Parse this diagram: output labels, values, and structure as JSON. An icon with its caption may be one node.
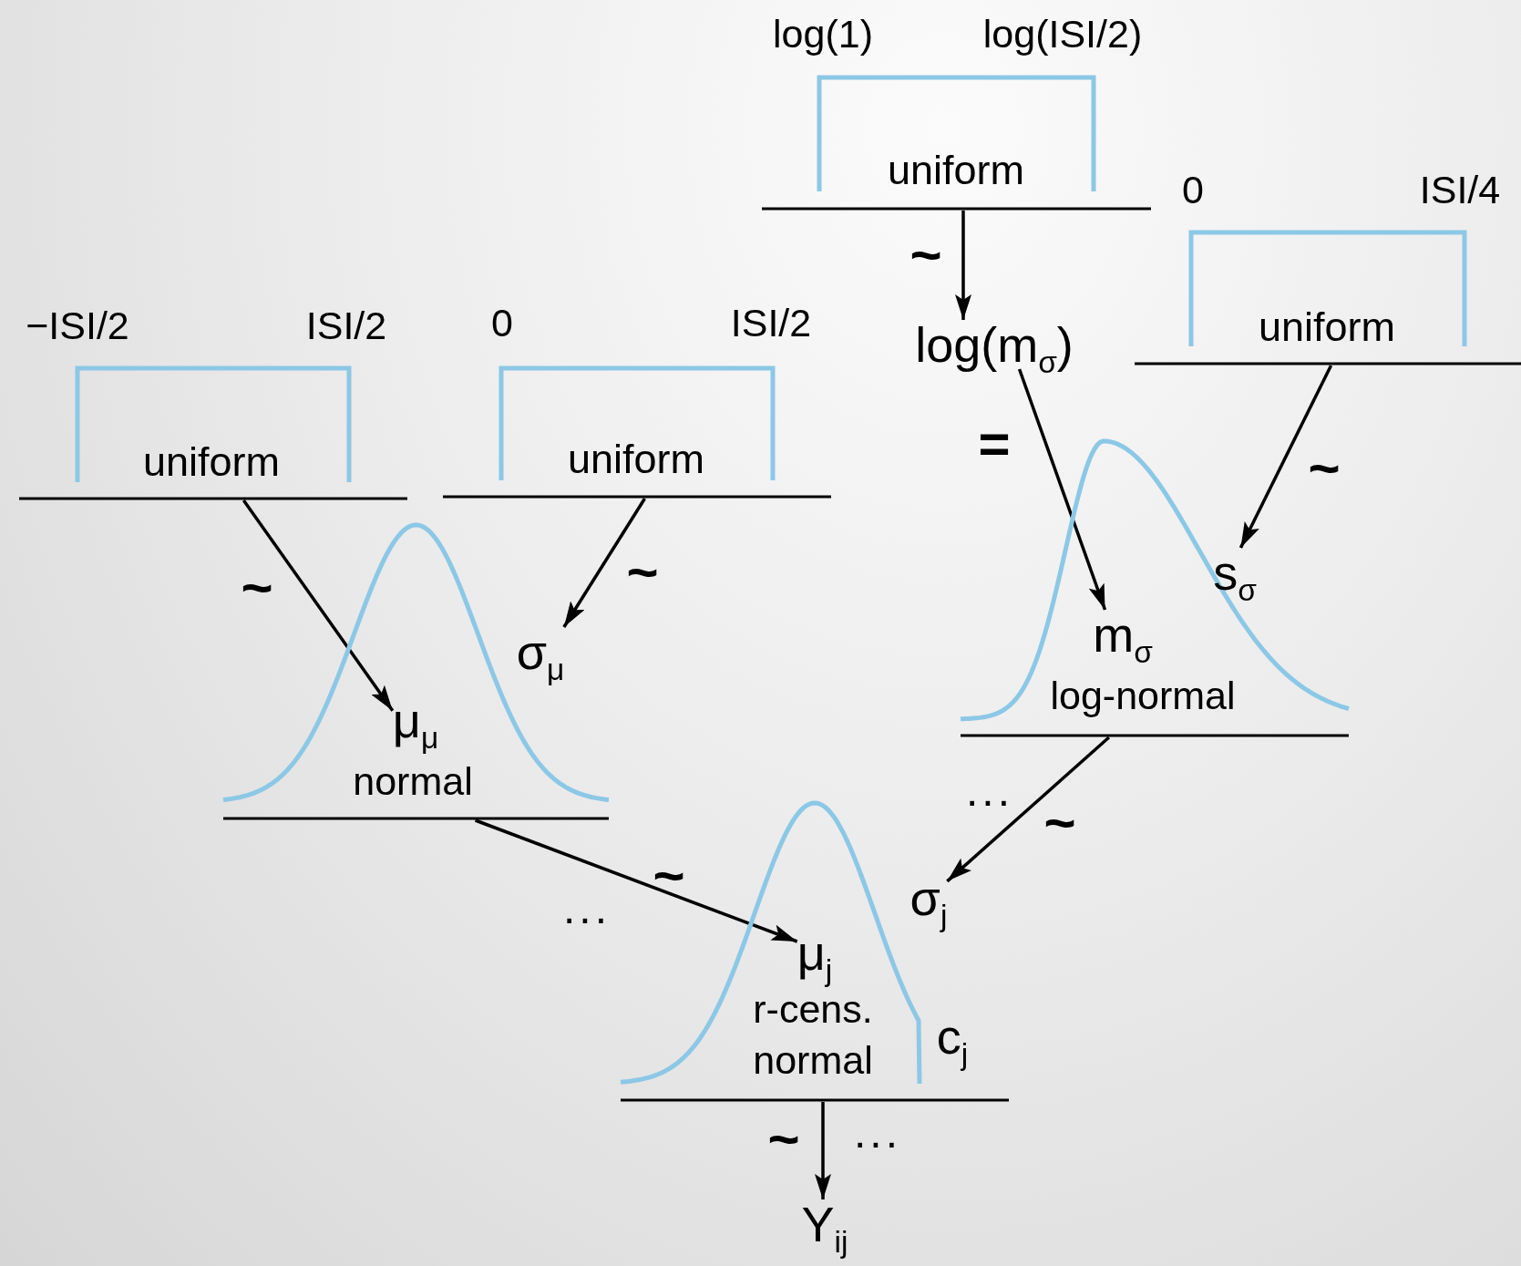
{
  "diagram": {
    "nodes": [
      {
        "text": [
          "uniform"
        ],
        "beside": [
          "log(1)",
          "log(ISI/2)"
        ]
      },
      {
        "text": [
          "uniform"
        ],
        "beside": [
          "0",
          "ISI/4"
        ]
      },
      {
        "text": [
          "uniform"
        ],
        "beside": [
          "−ISI/2",
          "ISI/2"
        ]
      },
      {
        "text": [
          "uniform"
        ],
        "beside": [
          "0",
          "ISI/2"
        ]
      },
      {
        "text": [
          "log(m$_{σ}$)"
        ]
      },
      {
        "text": [
          "normal"
        ]
      },
      {
        "text": [
          "μ$_{μ}$"
        ],
        "in": 5
      },
      {
        "text": [
          "σ$_{μ}$"
        ],
        "in": 5
      },
      {
        "text": [
          "log-normal"
        ]
      },
      {
        "text": [
          "m$_{σ}$"
        ],
        "in": 8
      },
      {
        "text": [
          "s$_{σ}$"
        ],
        "in": 8
      },
      {
        "text": [
          "r-cens. normal"
        ]
      },
      {
        "text": [
          "μ$_{j}$"
        ],
        "in": 11
      },
      {
        "text": [
          "σ$_{j}$"
        ],
        "in": 11
      },
      {
        "text": [
          "c$_{j}$"
        ],
        "in": 11
      },
      {
        "text": [
          "Y$_{ij}$"
        ]
      }
    ],
    "edges": [
      {
        "from": 0,
        "to": 4,
        "arrow": "to",
        "label": "~"
      },
      {
        "from": 4,
        "to": 9,
        "arrow": "to",
        "label": "="
      },
      {
        "from": 1,
        "to": 10,
        "arrow": "to",
        "label": "~"
      },
      {
        "from": 2,
        "to": 6,
        "arrow": "to",
        "label": "~"
      },
      {
        "from": 3,
        "to": 7,
        "arrow": "to",
        "label": "~"
      },
      {
        "from": 5,
        "to": 12,
        "arrow": "to",
        "label": "~"
      },
      {
        "from": 8,
        "to": 13,
        "arrow": "to",
        "label": "~"
      },
      {
        "from": 11,
        "to": 15,
        "arrow": "to",
        "label": "~"
      }
    ],
    "labels": [
      "...",
      "...",
      "..."
    ]
  }
}
